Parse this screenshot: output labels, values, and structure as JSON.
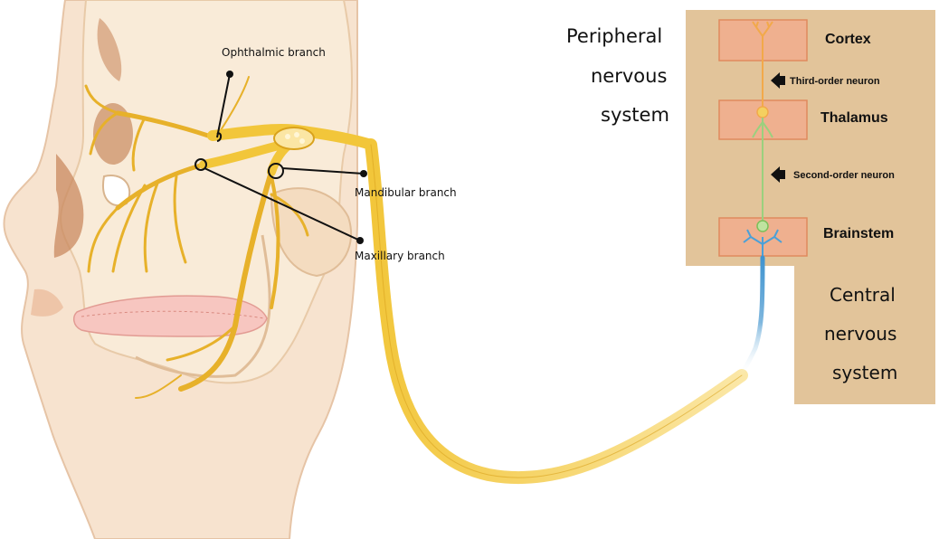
{
  "peripheral": {
    "line1": "Peripheral",
    "line2": "nervous",
    "line3": "system"
  },
  "central": {
    "line1": "Central",
    "line2": "nervous",
    "line3": "system"
  },
  "branches": {
    "ophthalmic": "Ophthalmic branch",
    "mandibular": "Mandibular branch",
    "maxillary": "Maxillary branch"
  },
  "regions": {
    "cortex": "Cortex",
    "thalamus": "Thalamus",
    "brainstem": "Brainstem"
  },
  "neurons": {
    "third_order": "Third-order neuron",
    "second_order": "Second-order neuron"
  },
  "colors": {
    "nerve": "#f2c63a",
    "nerve_outline": "#d9a21c",
    "skin": "#f7e3cf",
    "panel": "#e2c49a",
    "box": "#efb08f",
    "first_order": "#4aa0d8",
    "second_order": "#9bd07e",
    "third_order": "#f2a94a"
  }
}
